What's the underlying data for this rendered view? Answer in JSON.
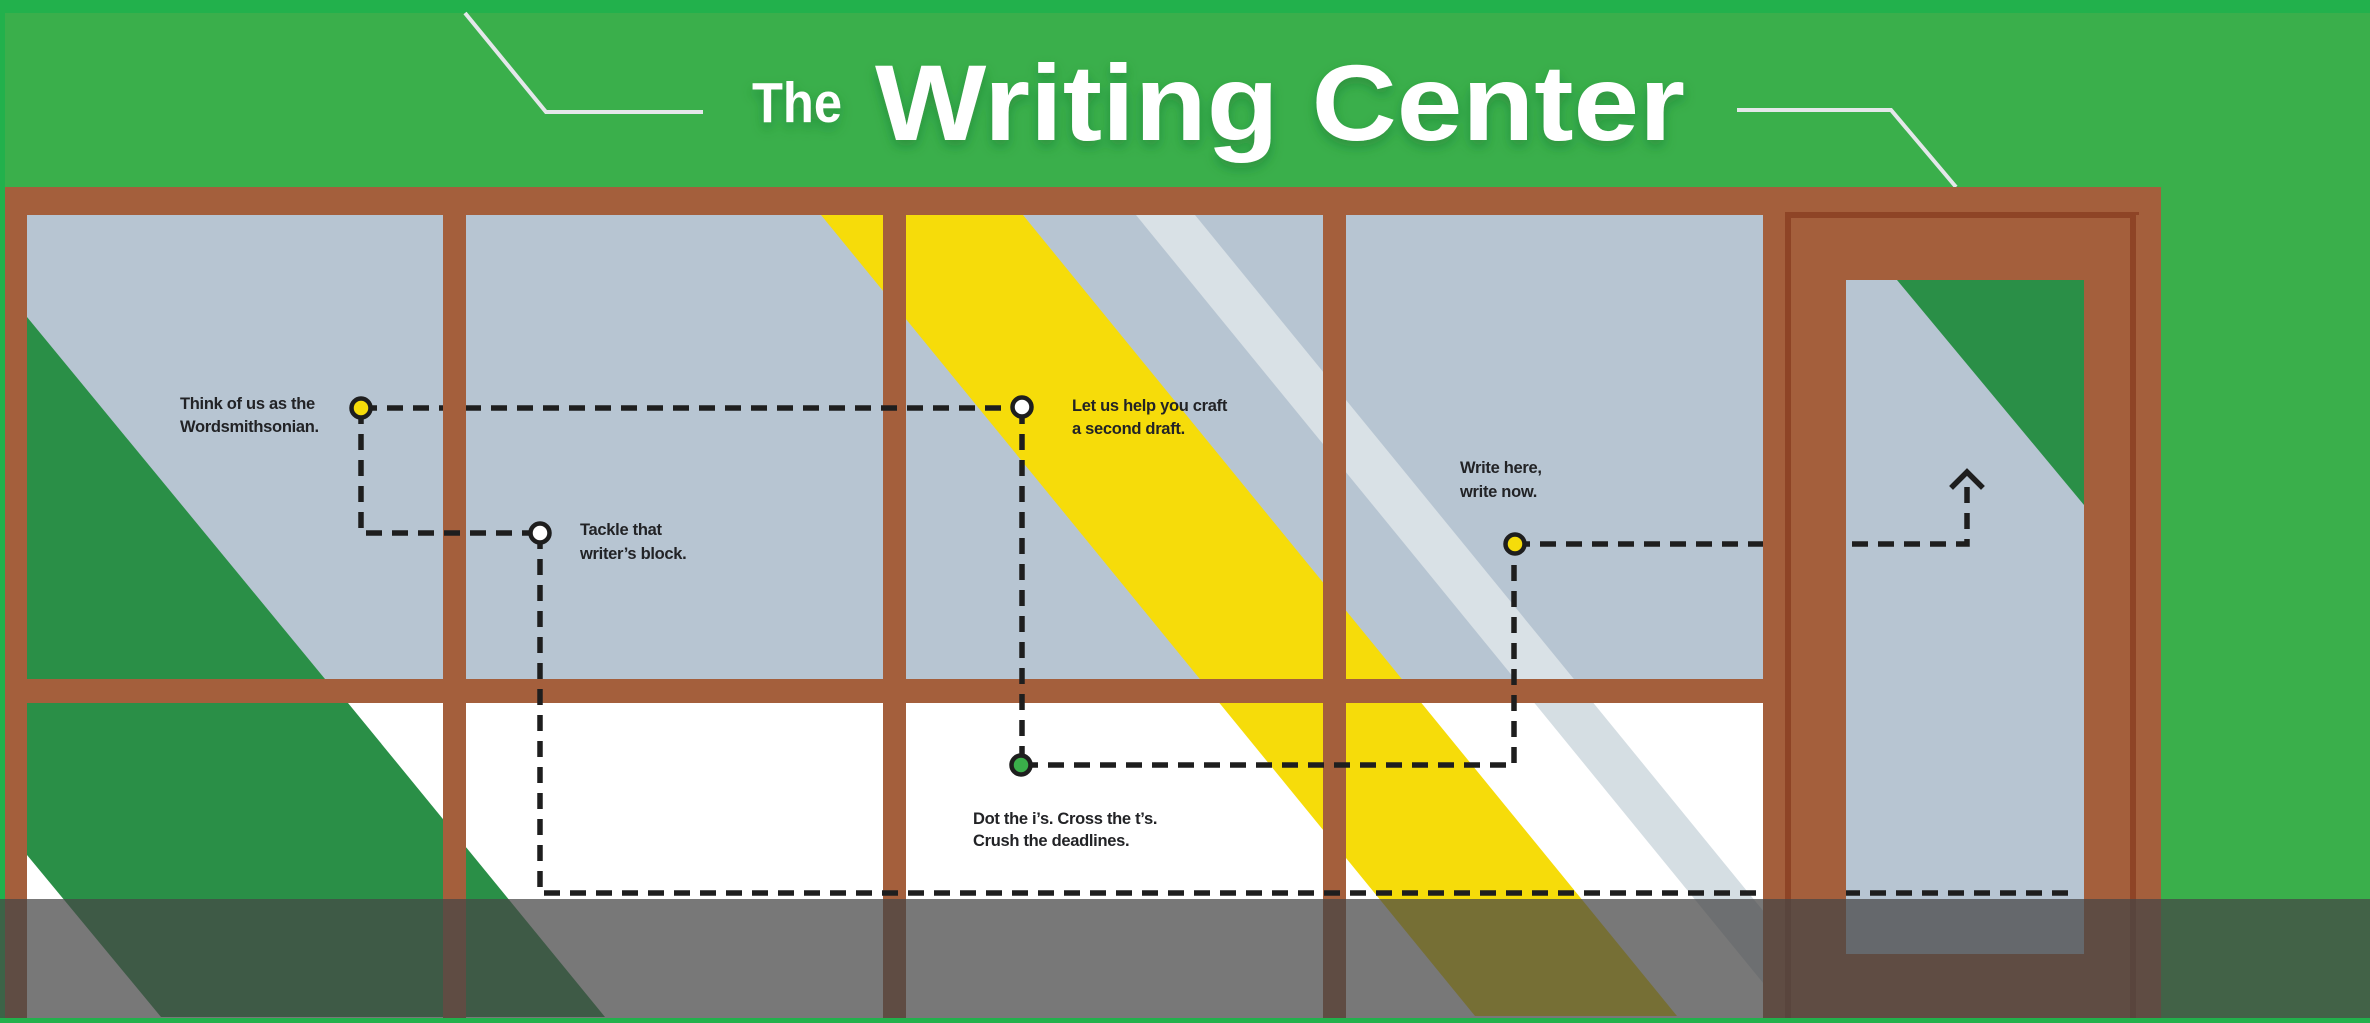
{
  "header": {
    "title_prefix": "The",
    "title_main": "Writing Center"
  },
  "callouts": [
    {
      "id": "wordsmithsonian",
      "lines": [
        "Think of us as the",
        "Wordsmithsonian."
      ],
      "dot_color": "#f6dc0a"
    },
    {
      "id": "writers-block",
      "lines": [
        "Tackle that",
        "writer’s block."
      ],
      "dot_color": "#ffffff"
    },
    {
      "id": "second-draft",
      "lines": [
        "Let us help you craft",
        "a second draft."
      ],
      "dot_color": "#ffffff"
    },
    {
      "id": "deadlines",
      "lines": [
        "Dot the i’s. Cross the t’s.",
        "Crush the deadlines."
      ],
      "dot_color": "#3aaf4a"
    },
    {
      "id": "write-now",
      "lines": [
        "Write here,",
        "write now."
      ],
      "dot_color": "#f6dc0a"
    }
  ],
  "icons": {
    "arrow": "arrow-up-icon"
  },
  "colors": {
    "background_green": "#3aaf4b",
    "border_green": "#22b14c",
    "frame_brown": "#a45f3c",
    "glass": "#b7c5d2",
    "accent_yellow": "#f6dc0a",
    "accent_green": "#2a8f47",
    "overlay": "rgba(70,70,70,0.73)"
  }
}
